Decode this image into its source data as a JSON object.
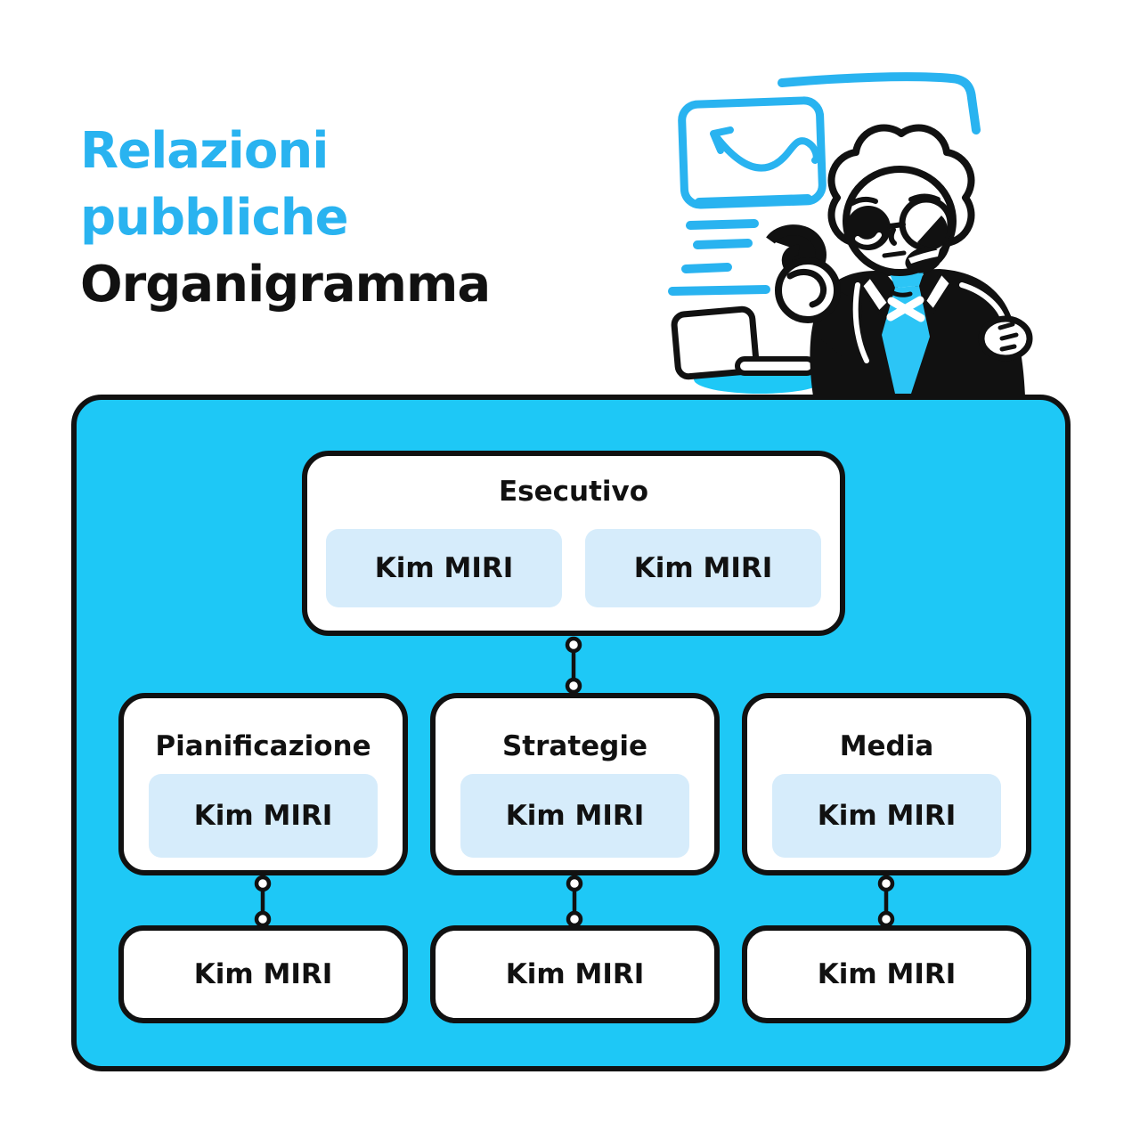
{
  "colors": {
    "accent": "#29b3f0",
    "panel": "#1ec8f6",
    "member_bg": "#d6ecfb",
    "ink": "#111111",
    "tie": "#2cc5f6",
    "paper": "#ffffff"
  },
  "title": {
    "line1": "Relazioni",
    "line2": "pubbliche",
    "line3": "Organigramma"
  },
  "illustration": {
    "name": "presenter-with-chart-and-laptop"
  },
  "org_chart": {
    "root": {
      "label": "Esecutivo",
      "members": [
        "Kim MIRI",
        "Kim MIRI"
      ]
    },
    "departments": [
      {
        "label": "Pianificazione",
        "member": "Kim MIRI",
        "report": "Kim MIRI"
      },
      {
        "label": "Strategie",
        "member": "Kim MIRI",
        "report": "Kim MIRI"
      },
      {
        "label": "Media",
        "member": "Kim MIRI",
        "report": "Kim MIRI"
      }
    ]
  }
}
